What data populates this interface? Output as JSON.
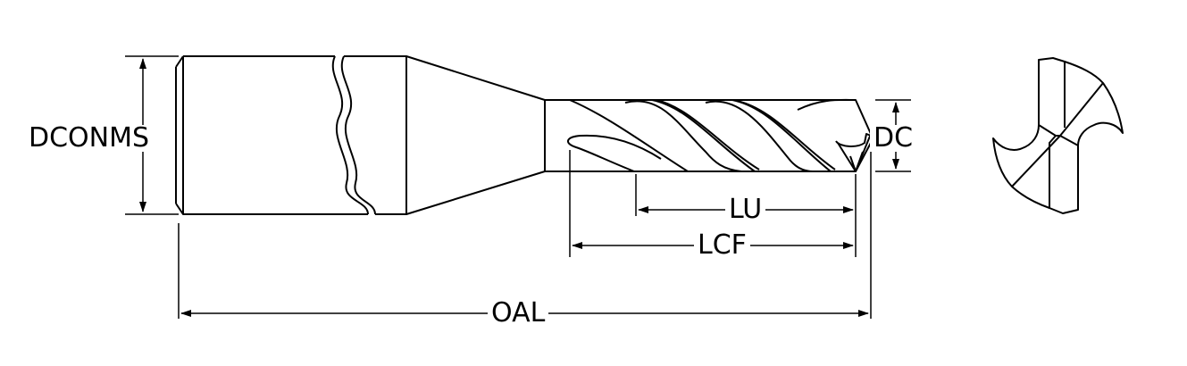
{
  "labels": {
    "dconms": "DCONMS",
    "dc": "DC",
    "lu": "LU",
    "lcf": "LCF",
    "oal": "OAL"
  },
  "colors": {
    "line": "#000000",
    "background": "#ffffff"
  }
}
